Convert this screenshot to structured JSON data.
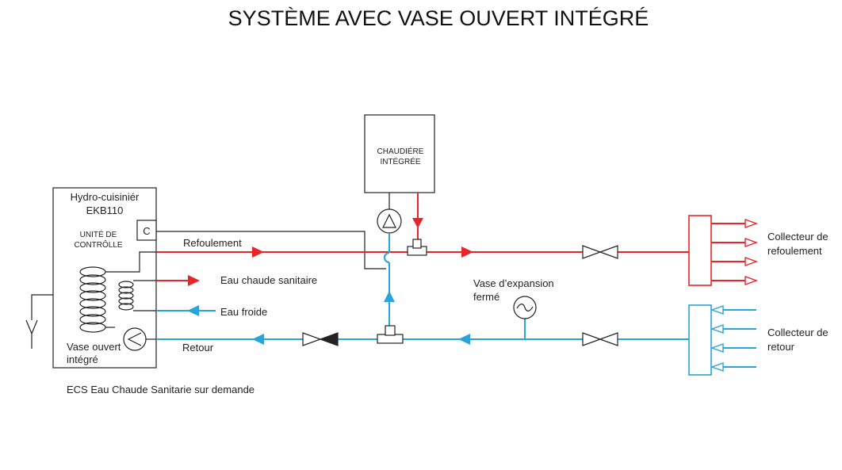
{
  "title": "SYSTÈME AVEC VASE OUVERT INTÉGRÉ",
  "appliance": {
    "name_line1": "Hydro-cuisiniér",
    "name_line2": "EKB110",
    "control_label_line1": "UNITÉ DE",
    "control_label_line2": "CONTRÔLLE",
    "control_letter": "C",
    "vessel_line1": "Vase ouvert",
    "vessel_line2": "intégré"
  },
  "boiler": {
    "line1": "CHAUDIÉRE",
    "line2": "INTÉGRÉE"
  },
  "labels": {
    "supply": "Refoulement",
    "hot_water": "Eau chaude sanitaire",
    "cold_water": "Eau froide",
    "return": "Retour",
    "expansion_line1": "Vase d’expansion",
    "expansion_line2": "fermé",
    "supply_manifold_line1": "Collecteur de",
    "supply_manifold_line2": "refoulement",
    "return_manifold_line1": "Collecteur de",
    "return_manifold_line2": "retour",
    "footnote": "ECS  Eau Chaude Sanitarie sur demande"
  },
  "colors": {
    "supply": "#e8262a",
    "return": "#2aa3d8"
  }
}
